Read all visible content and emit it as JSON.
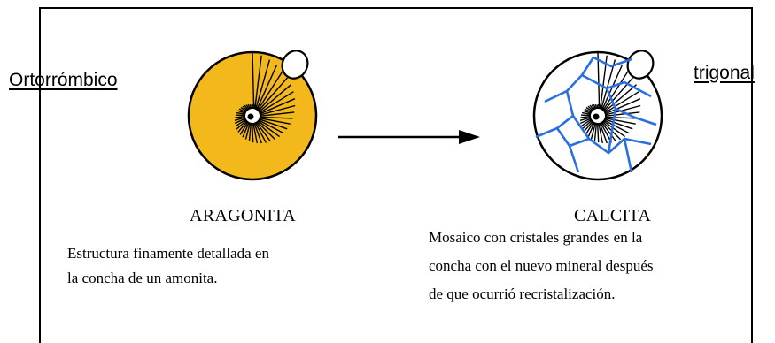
{
  "labels": {
    "left_system": "Ortorrómbico",
    "right_system": "trigonal"
  },
  "minerals": {
    "left": {
      "name": "ARAGONITA",
      "description_lines": [
        "Estructura finamente detallada en",
        "la concha de un amonita."
      ]
    },
    "right": {
      "name": "CALCITA",
      "description_lines": [
        "Mosaico  con cristales grandes en la",
        "concha con el nuevo mineral  después",
        "de que ocurrió recristalización."
      ]
    }
  },
  "colors": {
    "aragonite_fill": "#f2b81c",
    "calcite_fill": "#ffffff",
    "crystal_boundaries": "#2a6fe0",
    "outline": "#000000"
  }
}
